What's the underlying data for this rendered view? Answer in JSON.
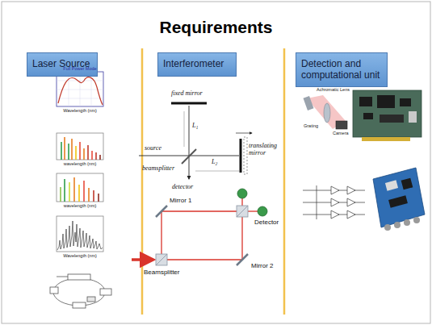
{
  "diagram": {
    "title": "Requirements",
    "nodes": [
      {
        "text": [
          "Laser Source"
        ]
      },
      {
        "text": [
          "Interferometer"
        ]
      },
      {
        "text": [
          "Detection and computational unit"
        ]
      }
    ],
    "labels": [
      "Full Power Mode",
      "Wavelength (nm)",
      "wavelength (nm)",
      "wavelength (nm)",
      "Wavelength (nm)",
      "fixed mirror",
      "source",
      "beamsplitter",
      "detector",
      "translating mirror",
      "L₁",
      "L₂",
      "Mirror 1",
      "Detector",
      "Mirror 2",
      "Beamsplitter",
      "Grating",
      "Achromatic Lens",
      "Camera"
    ]
  }
}
